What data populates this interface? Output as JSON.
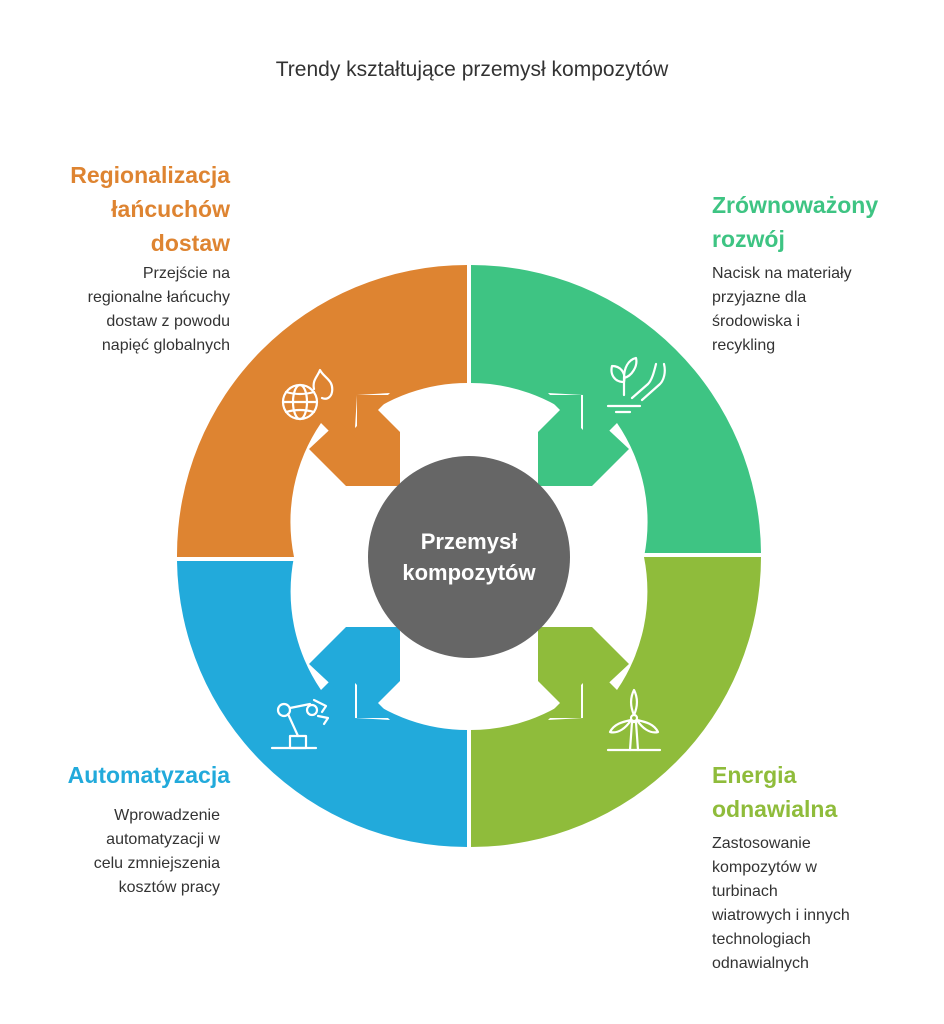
{
  "title": "Trendy kształtujące przemysł kompozytów",
  "center": {
    "line1": "Przemysł",
    "line2": "kompozytów",
    "color": "#666666"
  },
  "segments": [
    {
      "id": "regionalization",
      "heading_lines": [
        "Regionalizacja",
        "łańcuchów",
        "dostaw"
      ],
      "description_lines": [
        "Przejście na",
        "regionalne łańcuchy",
        "dostaw z powodu",
        "napięć globalnych"
      ],
      "color": "#DE8431",
      "icon": "globe-fire-icon"
    },
    {
      "id": "sustainability",
      "heading_lines": [
        "Zrównoważony",
        "rozwój"
      ],
      "description_lines": [
        "Nacisk na materiały",
        "przyjazne dla",
        "środowiska i",
        "recykling"
      ],
      "color": "#3EC483",
      "icon": "plant-hand-icon"
    },
    {
      "id": "automation",
      "heading_lines": [
        "Automatyzacja"
      ],
      "description_lines": [
        "Wprowadzenie",
        "automatyzacji w",
        "celu zmniejszenia",
        "kosztów pracy"
      ],
      "color": "#22AADB",
      "icon": "robot-arm-icon"
    },
    {
      "id": "renewable-energy",
      "heading_lines": [
        "Energia",
        "odnawialna"
      ],
      "description_lines": [
        "Zastosowanie",
        "kompozytów w",
        "turbinach",
        "wiatrowych i innych",
        "technologiach",
        "odnawialnych"
      ],
      "color": "#8FBC3B",
      "icon": "wind-turbine-icon"
    }
  ]
}
